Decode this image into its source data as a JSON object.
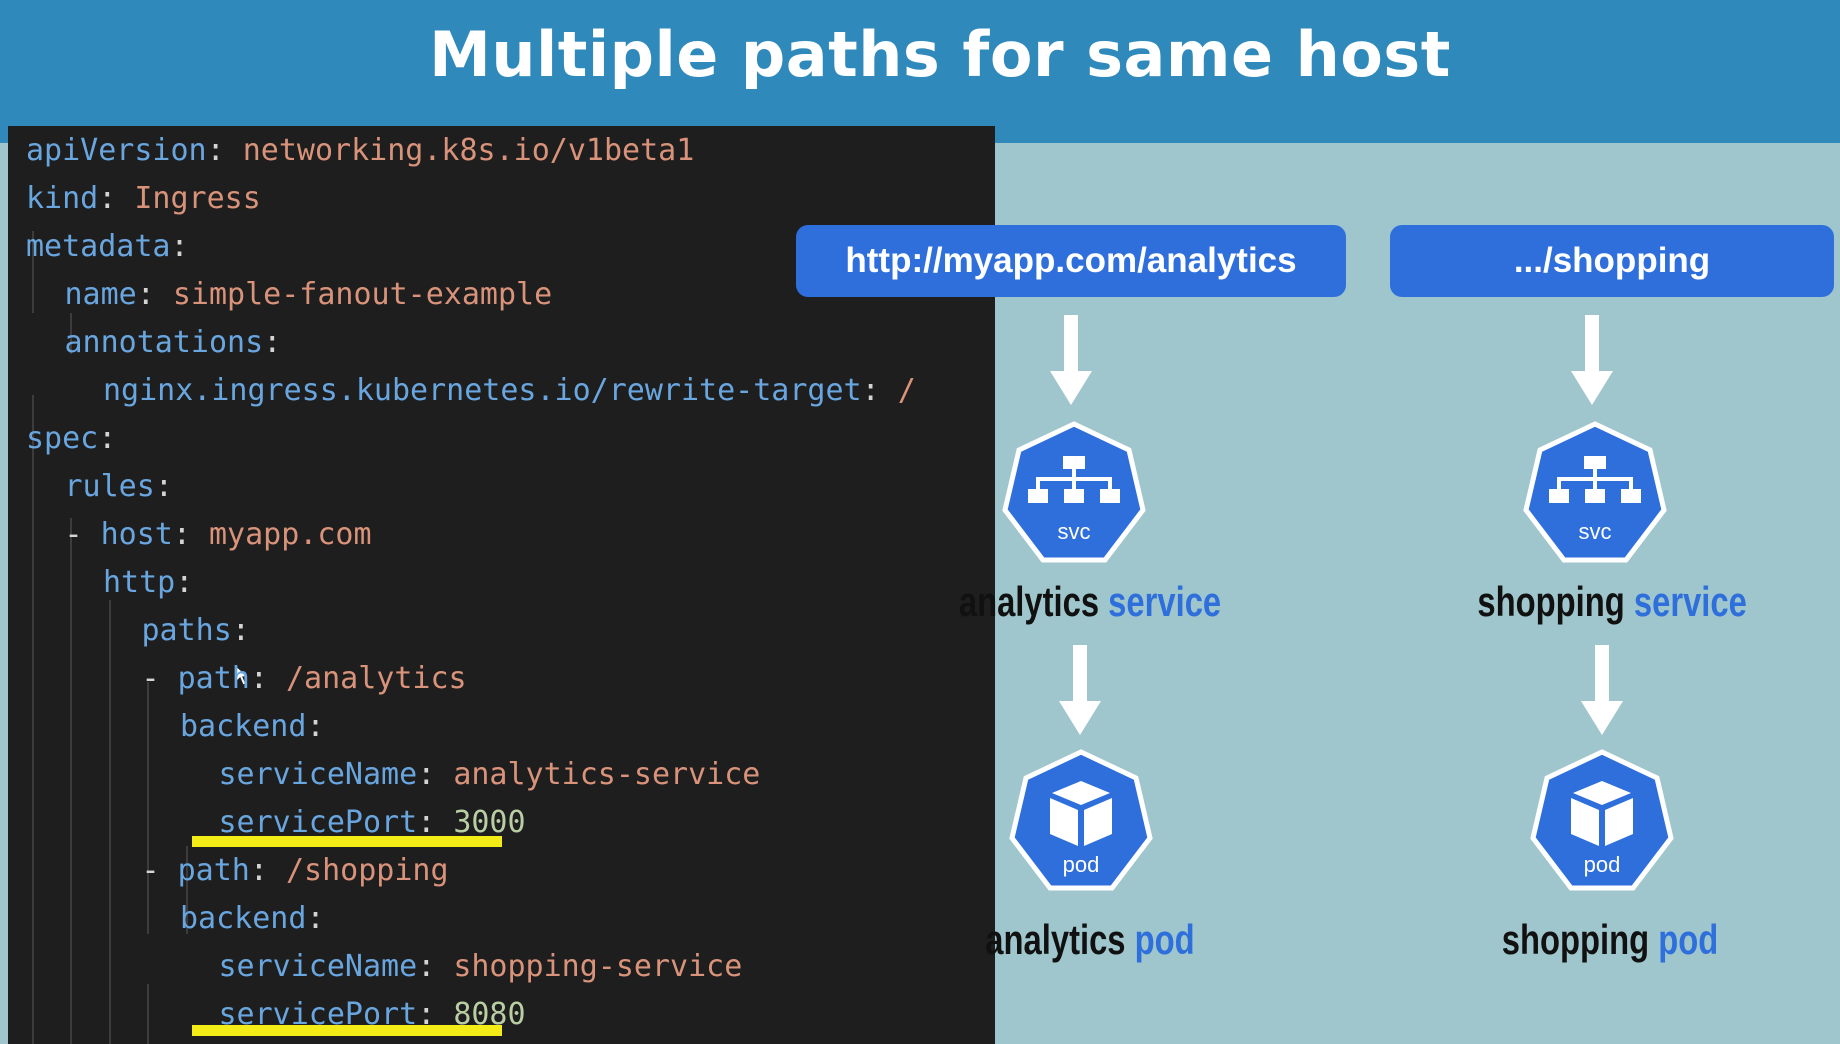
{
  "title": "Multiple paths for same host",
  "code": [
    {
      "indent": 0,
      "parts": [
        {
          "t": "apiVersion",
          "c": "k"
        },
        {
          "t": ": ",
          "c": "p"
        },
        {
          "t": "networking.k8s.io/v1beta1",
          "c": "s"
        }
      ]
    },
    {
      "indent": 0,
      "parts": [
        {
          "t": "kind",
          "c": "k"
        },
        {
          "t": ": ",
          "c": "p"
        },
        {
          "t": "Ingress",
          "c": "s"
        }
      ]
    },
    {
      "indent": 0,
      "parts": [
        {
          "t": "metadata",
          "c": "k"
        },
        {
          "t": ":",
          "c": "p"
        }
      ]
    },
    {
      "indent": 1,
      "parts": [
        {
          "t": "name",
          "c": "k"
        },
        {
          "t": ": ",
          "c": "p"
        },
        {
          "t": "simple-fanout-example",
          "c": "s"
        }
      ]
    },
    {
      "indent": 1,
      "parts": [
        {
          "t": "annotations",
          "c": "k"
        },
        {
          "t": ":",
          "c": "p"
        }
      ]
    },
    {
      "indent": 2,
      "parts": [
        {
          "t": "nginx.ingress.kubernetes.io/rewrite-target",
          "c": "k"
        },
        {
          "t": ": ",
          "c": "p"
        },
        {
          "t": "/",
          "c": "s"
        }
      ]
    },
    {
      "indent": 0,
      "parts": [
        {
          "t": "spec",
          "c": "k"
        },
        {
          "t": ":",
          "c": "p"
        }
      ]
    },
    {
      "indent": 1,
      "parts": [
        {
          "t": "rules",
          "c": "k"
        },
        {
          "t": ":",
          "c": "p"
        }
      ]
    },
    {
      "indent": 1,
      "parts": [
        {
          "t": "- ",
          "c": "p"
        },
        {
          "t": "host",
          "c": "k"
        },
        {
          "t": ": ",
          "c": "p"
        },
        {
          "t": "myapp.com",
          "c": "s"
        }
      ]
    },
    {
      "indent": 2,
      "parts": [
        {
          "t": "http",
          "c": "k"
        },
        {
          "t": ":",
          "c": "p"
        }
      ]
    },
    {
      "indent": 3,
      "parts": [
        {
          "t": "paths",
          "c": "k"
        },
        {
          "t": ":",
          "c": "p"
        }
      ]
    },
    {
      "indent": 3,
      "parts": [
        {
          "t": "- ",
          "c": "p"
        },
        {
          "t": "path",
          "c": "k"
        },
        {
          "t": ": ",
          "c": "p"
        },
        {
          "t": "/analytics",
          "c": "s"
        }
      ]
    },
    {
      "indent": 4,
      "parts": [
        {
          "t": "backend",
          "c": "k"
        },
        {
          "t": ":",
          "c": "p"
        }
      ]
    },
    {
      "indent": 5,
      "parts": [
        {
          "t": "serviceName",
          "c": "k"
        },
        {
          "t": ": ",
          "c": "p"
        },
        {
          "t": "analytics-service",
          "c": "s"
        }
      ]
    },
    {
      "indent": 5,
      "parts": [
        {
          "t": "servicePort",
          "c": "k"
        },
        {
          "t": ": ",
          "c": "p"
        },
        {
          "t": "3000",
          "c": "n"
        }
      ]
    },
    {
      "indent": 3,
      "parts": [
        {
          "t": "- ",
          "c": "p"
        },
        {
          "t": "path",
          "c": "k"
        },
        {
          "t": ": ",
          "c": "p"
        },
        {
          "t": "/shopping",
          "c": "s"
        }
      ]
    },
    {
      "indent": 4,
      "parts": [
        {
          "t": "backend",
          "c": "k"
        },
        {
          "t": ":",
          "c": "p"
        }
      ]
    },
    {
      "indent": 5,
      "parts": [
        {
          "t": "serviceName",
          "c": "k"
        },
        {
          "t": ": ",
          "c": "p"
        },
        {
          "t": "shopping-service",
          "c": "s"
        }
      ]
    },
    {
      "indent": 5,
      "parts": [
        {
          "t": "servicePort",
          "c": "k"
        },
        {
          "t": ": ",
          "c": "p"
        },
        {
          "t": "8080",
          "c": "n"
        }
      ]
    }
  ],
  "diagram": {
    "analytics": {
      "url": "http://myapp.com/analytics",
      "svc_icon": "svc",
      "service_label": "analytics",
      "service_suffix": "service",
      "pod_icon": "pod",
      "pod_label": "analytics",
      "pod_suffix": "pod"
    },
    "shopping": {
      "url": ".../shopping",
      "svc_icon": "svc",
      "service_label": "shopping",
      "service_suffix": "service",
      "pod_icon": "pod",
      "pod_label": "shopping",
      "pod_suffix": "pod"
    }
  },
  "colors": {
    "header": "#2f8abb",
    "background": "#9fc6cc",
    "k8s_blue": "#2f6fdc",
    "highlight": "#f3ec17"
  },
  "icons": [
    "service-network-icon",
    "pod-cube-icon",
    "down-arrow-icon",
    "mouse-cursor-icon"
  ]
}
